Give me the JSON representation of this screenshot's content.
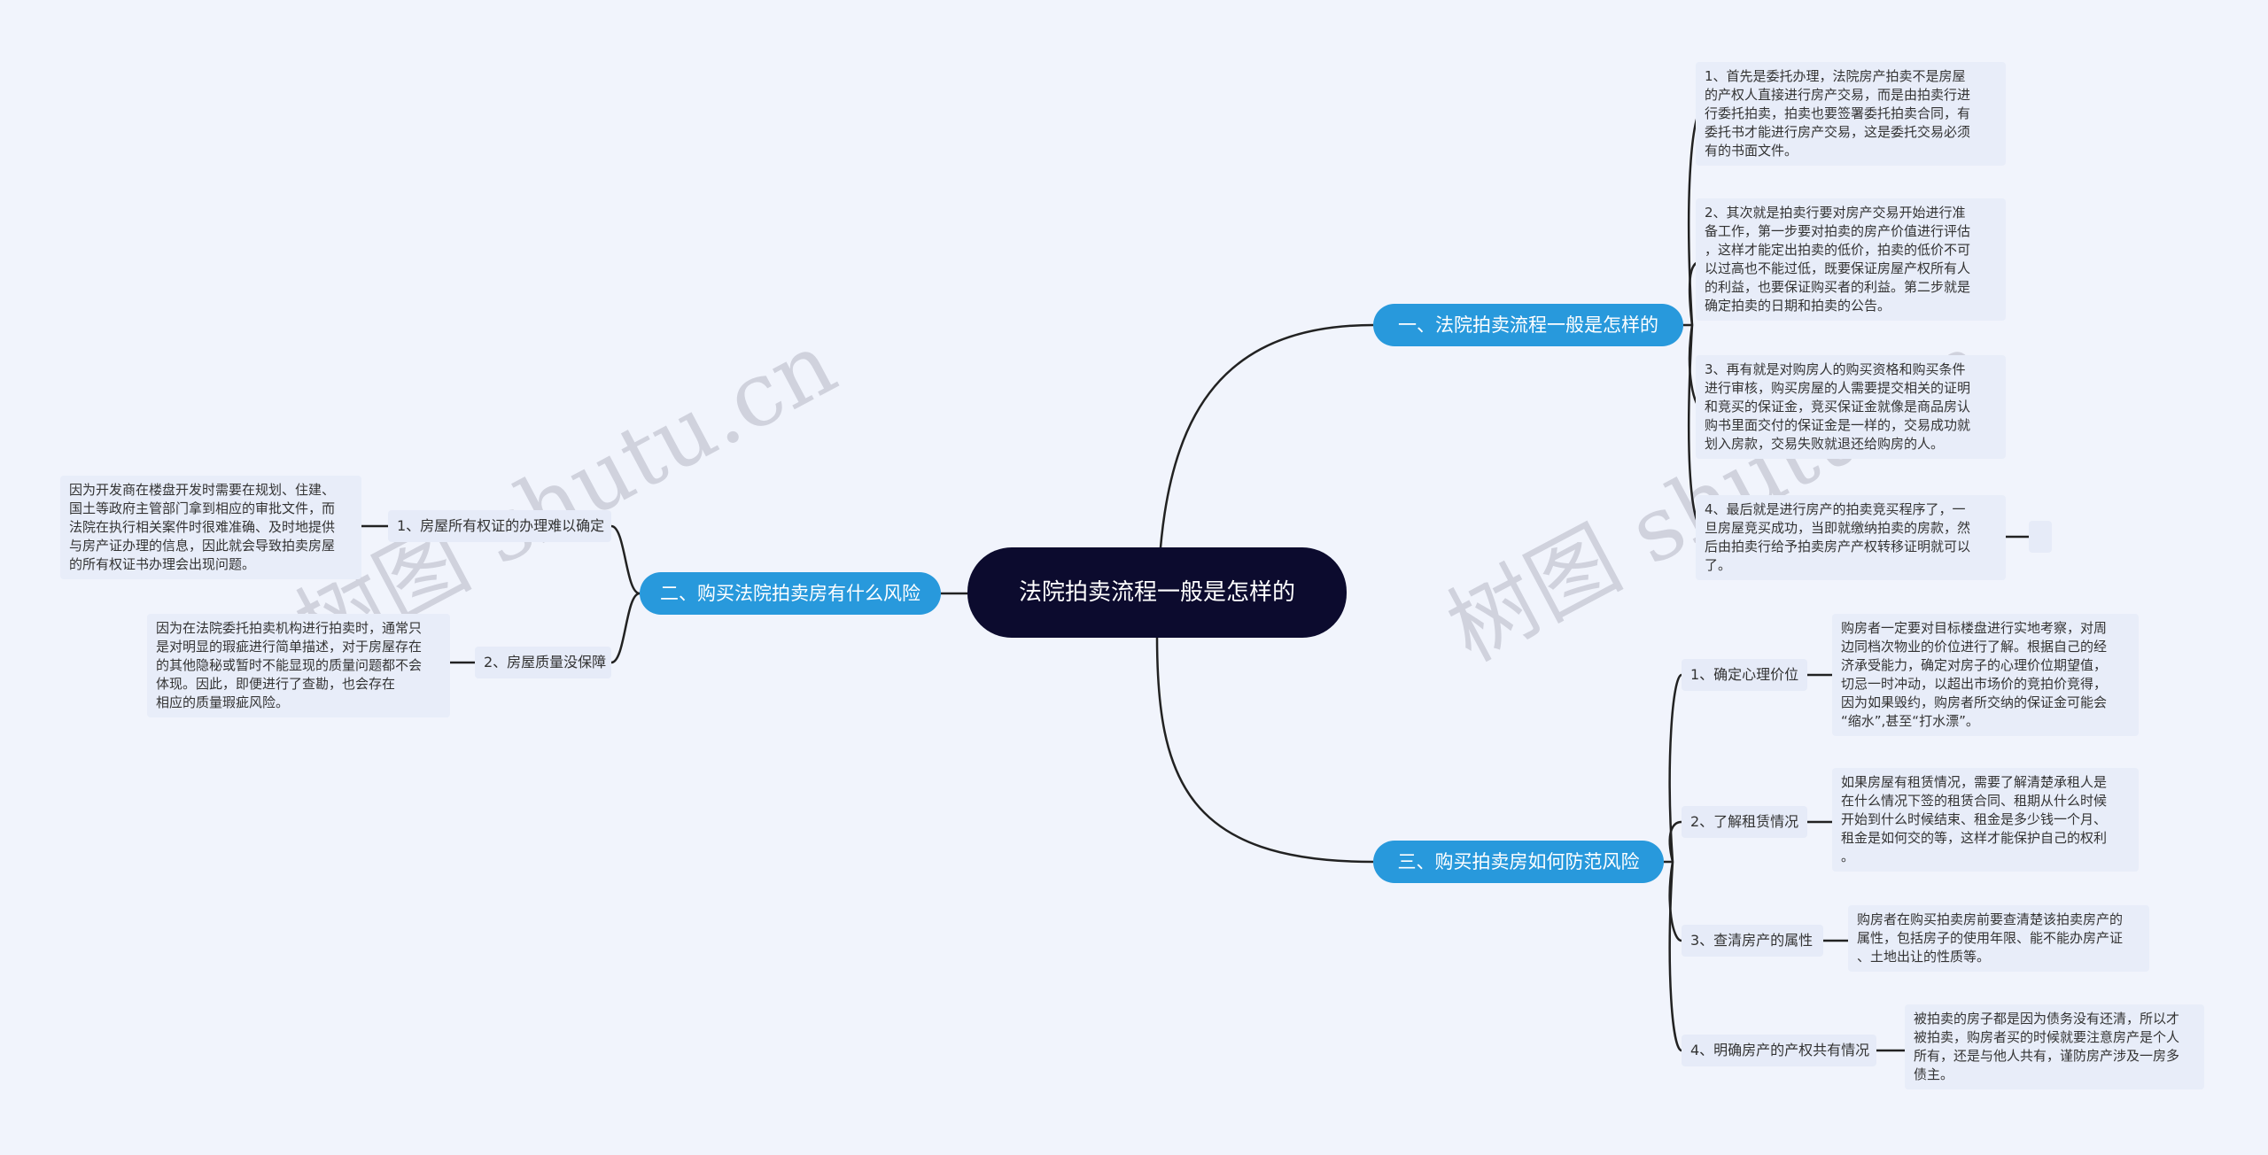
{
  "root": "法院拍卖流程一般是怎样的",
  "branches": {
    "b1": {
      "label": "一、法院拍卖流程一般是怎样的",
      "leaves": [
        "1、首先是委托办理，法院房产拍卖不是房屋\n的产权人直接进行房产交易，而是由拍卖行进\n行委托拍卖，拍卖也要签署委托拍卖合同，有\n委托书才能进行房产交易，这是委托交易必须\n有的书面文件。",
        "2、其次就是拍卖行要对房产交易开始进行准\n备工作，第一步要对拍卖的房产价值进行评估\n，这样才能定出拍卖的低价，拍卖的低价不可\n以过高也不能过低，既要保证房屋产权所有人\n的利益，也要保证购买者的利益。第二步就是\n确定拍卖的日期和拍卖的公告。",
        "3、再有就是对购房人的购买资格和购买条件\n进行审核，购买房屋的人需要提交相关的证明\n和竞买的保证金，竞买保证金就像是商品房认\n购书里面交付的保证金是一样的，交易成功就\n划入房款，交易失败就退还给购房的人。",
        "4、最后就是进行房产的拍卖竞买程序了，一\n旦房屋竞买成功，当即就缴纳拍卖的房款，然\n后由拍卖行给予拍卖房产产权转移证明就可以\n了。"
      ]
    },
    "b2": {
      "label": "二、购买法院拍卖房有什么风险",
      "items": [
        {
          "label": "1、房屋所有权证的办理难以确定",
          "leaf": "因为开发商在楼盘开发时需要在规划、住建、\n国土等政府主管部门拿到相应的审批文件，而\n法院在执行相关案件时很难准确、及时地提供\n与房产证办理的信息，因此就会导致拍卖房屋\n的所有权证书办理会出现问题。"
        },
        {
          "label": "2、房屋质量没保障",
          "leaf": "因为在法院委托拍卖机构进行拍卖时，通常只\n是对明显的瑕疵进行简单描述，对于房屋存在\n的其他隐秘或暂时不能显现的质量问题都不会\n体现。因此，即便进行了查勘，也会存在\n相应的质量瑕疵风险。"
        }
      ]
    },
    "b3": {
      "label": "三、购买拍卖房如何防范风险",
      "items": [
        {
          "label": "1、确定心理价位",
          "leaf": "购房者一定要对目标楼盘进行实地考察，对周\n边同档次物业的价位进行了解。根据自己的经\n济承受能力，确定对房子的心理价位期望值，\n切忌一时冲动，以超出市场价的竞拍价竞得，\n因为如果毁约，购房者所交纳的保证金可能会\n“缩水”,甚至“打水漂”。"
        },
        {
          "label": "2、了解租赁情况",
          "leaf": "如果房屋有租赁情况，需要了解清楚承租人是\n在什么情况下签的租赁合同、租期从什么时候\n开始到什么时候结束、租金是多少钱一个月、\n租金是如何交的等，这样才能保护自己的权利\n。"
        },
        {
          "label": "3、查清房产的属性",
          "leaf": "购房者在购买拍卖房前要查清楚该拍卖房产的\n属性，包括房子的使用年限、能不能办房产证\n、土地出让的性质等。"
        },
        {
          "label": "4、明确房产的产权共有情况",
          "leaf": "被拍卖的房子都是因为债务没有还清，所以才\n被拍卖，购房者买的时候就要注意房产是个人\n所有，还是与他人共有，谨防房产涉及一房多\n债主。"
        }
      ]
    }
  },
  "watermarks": [
    "树图 shutu.cn",
    "树图 shutu.cn"
  ],
  "colors": {
    "background": "#f1f4fc",
    "root_fill": "#0c0b2e",
    "branch_fill": "#2899dc",
    "line": "#222222"
  }
}
